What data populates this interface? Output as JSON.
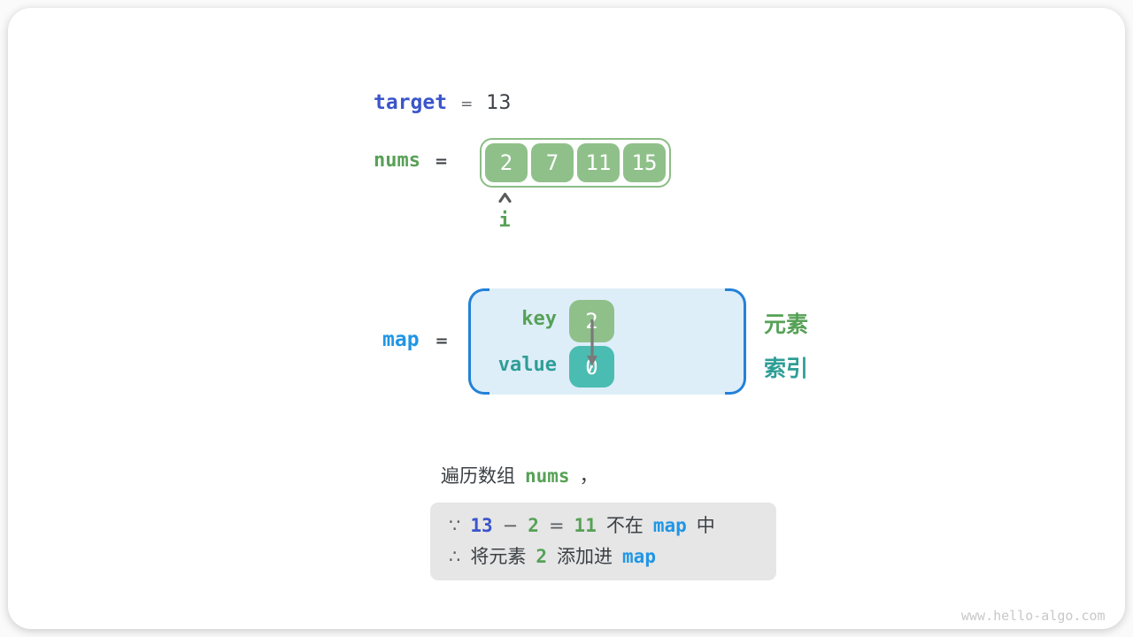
{
  "palette": {
    "indigo_code": "#3b55cb",
    "blue_code": "#2196e5",
    "green_code": "#57a157",
    "green_fill": "#8fc08a",
    "teal_code": "#2e9e96",
    "teal_fill": "#4bbcb2",
    "map_bg": "#ddeef9",
    "bracket_blue": "#2481d7",
    "text_dark": "#3c4045",
    "note_bg": "#e6e6e6",
    "arrow_gray": "#7a7a7a",
    "watermark_gray": "#c8c8c8"
  },
  "target_row": {
    "label": "target",
    "equals": "=",
    "value": "13"
  },
  "nums_row": {
    "label": "nums",
    "equals": "=",
    "cells": [
      "2",
      "7",
      "11",
      "15"
    ]
  },
  "pointer": {
    "icon": "up-caret",
    "label": "i"
  },
  "map_row": {
    "label": "map",
    "equals": "=",
    "key_label": "key",
    "key_value": "2",
    "value_label": "value",
    "value_value": "0",
    "arrow_icon": "down-arrow"
  },
  "side_labels": {
    "element": "元素",
    "index": "索引"
  },
  "caption": {
    "text": "遍历数组",
    "code": "nums",
    "comma": "，"
  },
  "note": {
    "line1": {
      "because": "∵",
      "target": "13",
      "minus": "−",
      "element": "2",
      "equals": "=",
      "difference": "11",
      "text_not_in": "不在",
      "map": "map",
      "text_in": "中"
    },
    "line2": {
      "therefore": "∴",
      "text_prefix": "将元素",
      "element": "2",
      "text_suffix": "添加进",
      "map": "map"
    }
  },
  "watermark": "www.hello-algo.com"
}
